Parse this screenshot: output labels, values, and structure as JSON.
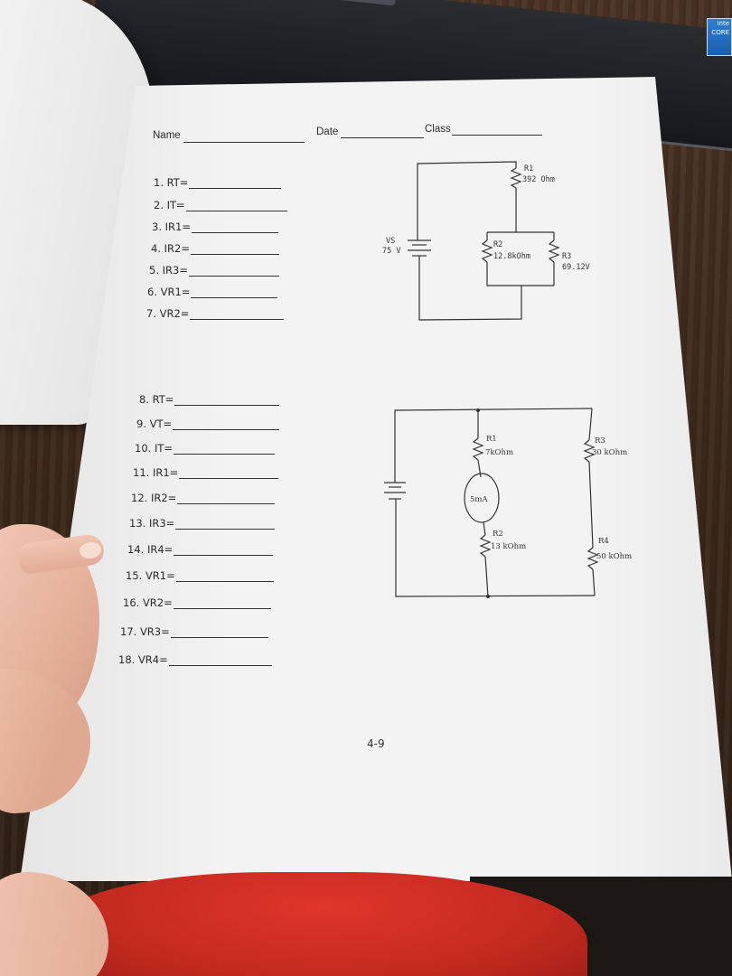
{
  "header": {
    "name_label": "Name",
    "date_label": "Date",
    "class_label": "Class"
  },
  "questions_top": [
    "1. RT=",
    "2. IT=",
    "3. IR1=",
    "4. IR2=",
    "5. IR3=",
    "6. VR1=",
    "7. VR2="
  ],
  "questions_bottom": [
    "8. RT=",
    "9. VT=",
    "10. IT=",
    "11. IR1=",
    "12. IR2=",
    "13. IR3=",
    "14. IR4=",
    "15. VR1=",
    "16. VR2=",
    "17. VR3=",
    "18. VR4="
  ],
  "circuit1": {
    "source_name": "VS",
    "source_value": "75 V",
    "r1_name": "R1",
    "r1_value": "392 Ohm",
    "r2_name": "R2",
    "r2_value": "12.8kOhm",
    "r3_name": "R3",
    "r3_value": "69.12V"
  },
  "circuit2": {
    "r1_name": "R1",
    "r1_value": "7kOhm",
    "r2_name": "R2",
    "r2_value": "13 kOhm",
    "r3_name": "R3",
    "r3_value": "30 kOhm",
    "r4_name": "R4",
    "r4_value": "50 kOhm",
    "current_source": "5mA"
  },
  "footer": {
    "page_number": "4-9"
  },
  "laptop": {
    "sticker_text": "inte CORE"
  }
}
